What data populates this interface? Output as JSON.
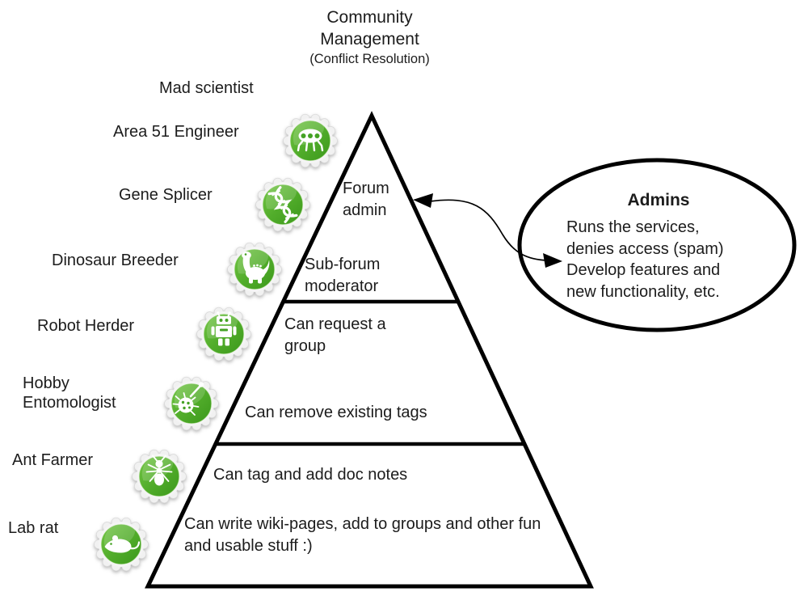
{
  "title": {
    "line1": "Community",
    "line2": "Management",
    "subtitle": "(Conflict Resolution)"
  },
  "ranks": [
    {
      "label": "Mad scientist",
      "icon": null
    },
    {
      "label": "Area 51 Engineer",
      "icon": "alien-badge-icon"
    },
    {
      "label": "Gene Splicer",
      "icon": "dna-badge-icon"
    },
    {
      "label": "Dinosaur Breeder",
      "icon": "dinosaur-badge-icon"
    },
    {
      "label": "Robot Herder",
      "icon": "robot-badge-icon"
    },
    {
      "label": "Hobby Entomologist",
      "icon": "bug-badge-icon"
    },
    {
      "label": "Ant Farmer",
      "icon": "ant-badge-icon"
    },
    {
      "label": "Lab rat",
      "icon": "rat-badge-icon"
    }
  ],
  "pyramid_levels": [
    {
      "text": "Forum admin"
    },
    {
      "text": "Sub-forum moderator"
    },
    {
      "text": "Can request a group"
    },
    {
      "text": "Can remove existing tags"
    },
    {
      "text": "Can tag and add doc notes"
    },
    {
      "text": "Can write wiki-pages, add to groups and other fun and usable stuff :)"
    }
  ],
  "admins_callout": {
    "heading": "Admins",
    "lines": [
      "Runs the services,",
      "denies access (spam)",
      "Develop features and",
      "new functionality, etc."
    ]
  },
  "colors": {
    "badge_green_light": "#72c544",
    "badge_green": "#52ad2b",
    "badge_green_dark": "#3b981b",
    "seal_gray": "#f2f2f2",
    "outline": "#000000",
    "text": "#1c1c1c"
  }
}
